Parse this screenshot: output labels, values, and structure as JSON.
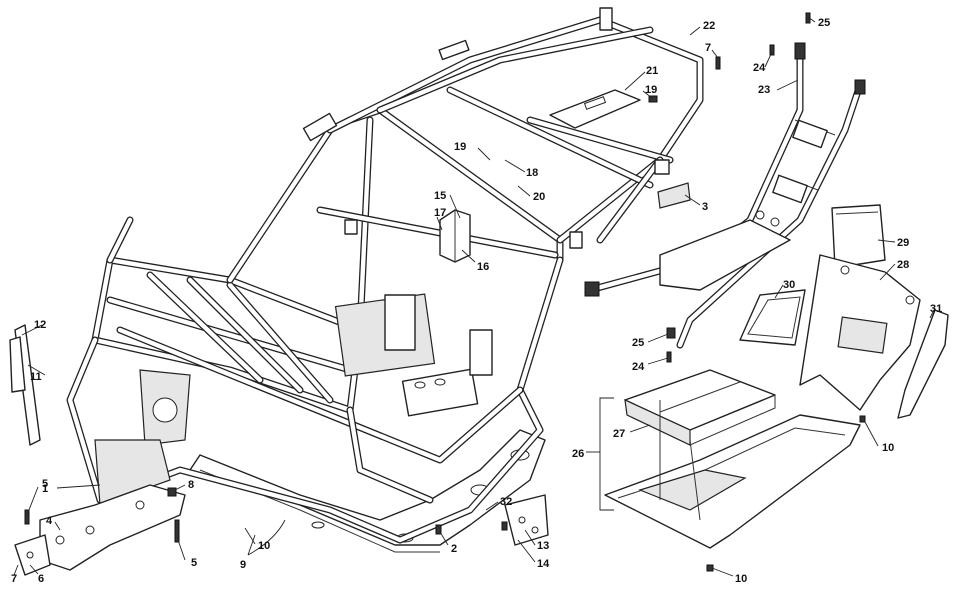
{
  "callouts": [
    "1",
    "2",
    "3",
    "4",
    "5",
    "5",
    "6",
    "7",
    "7",
    "8",
    "9",
    "10",
    "10",
    "10",
    "11",
    "12",
    "13",
    "14",
    "15",
    "16",
    "17",
    "18",
    "19",
    "19",
    "20",
    "21",
    "22",
    "23",
    "24",
    "24",
    "25",
    "25",
    "26",
    "27",
    "28",
    "29",
    "30",
    "31",
    "32"
  ]
}
